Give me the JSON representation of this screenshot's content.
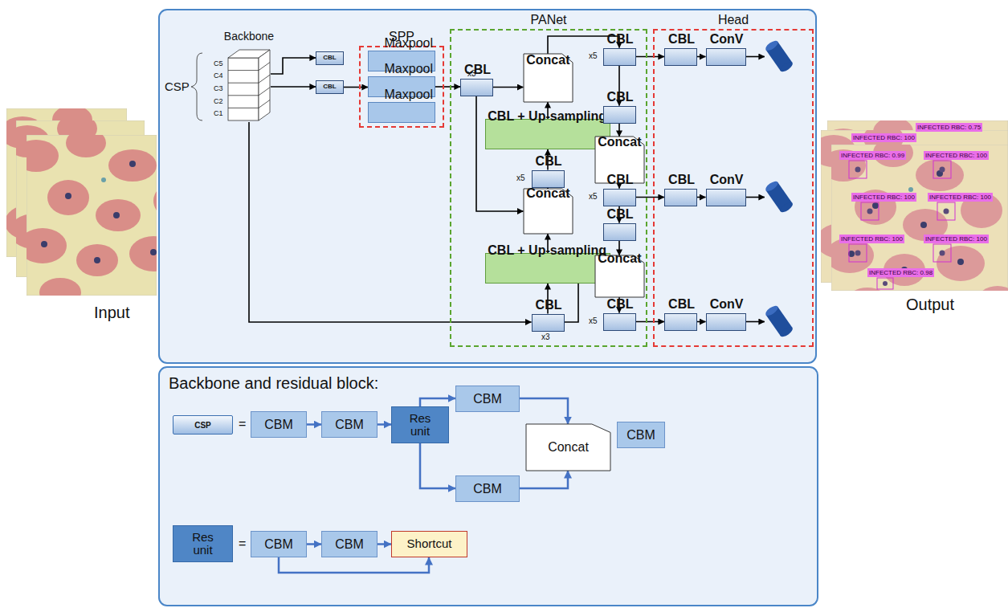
{
  "diagram": {
    "nodes": [
      {
        "text": [
          "Backbone"
        ]
      },
      {
        "text": [
          "CBL"
        ]
      },
      {
        "text": [
          "CBL"
        ]
      },
      {
        "text": [
          "SPP"
        ]
      },
      {
        "text": [
          "Maxpool"
        ],
        "in": 3
      },
      {
        "text": [
          "Maxpool"
        ],
        "in": 3
      },
      {
        "text": [
          "Maxpool"
        ],
        "in": 3
      },
      {
        "text": [
          "PANet"
        ]
      },
      {
        "text": [
          "CBL"
        ],
        "in": 7
      },
      {
        "text": [
          "Concat"
        ],
        "in": 7
      },
      {
        "text": [
          "CBL + Up-sampling"
        ],
        "in": 7
      },
      {
        "text": [
          "CBL"
        ],
        "in": 7
      },
      {
        "text": [
          "Concat"
        ],
        "in": 7
      },
      {
        "text": [
          "CBL + Up-sampling"
        ],
        "in": 7
      },
      {
        "text": [
          "CBL"
        ],
        "in": 7
      },
      {
        "text": [
          "CBL"
        ],
        "in": 7
      },
      {
        "text": [
          "CBL"
        ],
        "in": 7
      },
      {
        "text": [
          "Concat"
        ],
        "in": 7
      },
      {
        "text": [
          "CBL"
        ],
        "in": 7
      },
      {
        "text": [
          "CBL"
        ],
        "in": 7
      },
      {
        "text": [
          "Concat"
        ],
        "in": 7
      },
      {
        "text": [
          "CBL"
        ],
        "in": 7
      },
      {
        "text": [
          "Head"
        ]
      },
      {
        "text": [
          "CBL"
        ],
        "in": 22
      },
      {
        "text": [
          "ConV"
        ],
        "in": 22
      },
      {
        "text": [
          "CBL"
        ],
        "in": 22
      },
      {
        "text": [
          "ConV"
        ],
        "in": 22
      },
      {
        "text": [
          "CBL"
        ],
        "in": 22
      },
      {
        "text": [
          "ConV"
        ],
        "in": 22
      },
      {
        "text": [
          "CSP"
        ]
      },
      {
        "text": [
          "CBM"
        ]
      },
      {
        "text": [
          "CBM"
        ]
      },
      {
        "text": [
          "Res unit"
        ]
      },
      {
        "text": [
          "CBM"
        ]
      },
      {
        "text": [
          "CBM"
        ]
      },
      {
        "text": [
          "Concat"
        ]
      },
      {
        "text": [
          "CBM"
        ]
      },
      {
        "text": [
          "Res unit"
        ]
      },
      {
        "text": [
          "CBM"
        ]
      },
      {
        "text": [
          "CBM"
        ]
      },
      {
        "text": [
          "Shortcut"
        ]
      }
    ],
    "edges": [
      {
        "from": 0,
        "to": 1,
        "arrow": "to"
      },
      {
        "from": 0,
        "to": 2,
        "arrow": "to"
      },
      {
        "from": 2,
        "to": 5,
        "arrow": "to"
      },
      {
        "from": 5,
        "to": 8,
        "arrow": "to"
      },
      {
        "from": 8,
        "to": 9,
        "arrow": "to"
      },
      {
        "from": 8,
        "to": 12,
        "arrow": "to"
      },
      {
        "from": 14,
        "to": 13,
        "arrow": "to"
      },
      {
        "from": 13,
        "to": 12,
        "arrow": "to"
      },
      {
        "from": 12,
        "to": 11,
        "arrow": "to"
      },
      {
        "from": 11,
        "to": 10,
        "arrow": "to"
      },
      {
        "from": 10,
        "to": 9,
        "arrow": "to"
      },
      {
        "from": 9,
        "to": 15,
        "arrow": "to"
      },
      {
        "from": 15,
        "to": 23,
        "arrow": "to"
      },
      {
        "from": 23,
        "to": 24,
        "arrow": "to"
      },
      {
        "from": 15,
        "to": 16,
        "arrow": "to"
      },
      {
        "from": 16,
        "to": 17,
        "arrow": "to"
      },
      {
        "from": 17,
        "to": 18,
        "arrow": "to"
      },
      {
        "from": 18,
        "to": 25,
        "arrow": "to"
      },
      {
        "from": 25,
        "to": 26,
        "arrow": "to"
      },
      {
        "from": 18,
        "to": 19,
        "arrow": "to"
      },
      {
        "from": 19,
        "to": 20,
        "arrow": "to"
      },
      {
        "from": 20,
        "to": 21,
        "arrow": "to"
      },
      {
        "from": 21,
        "to": 27,
        "arrow": "to"
      },
      {
        "from": 27,
        "to": 28,
        "arrow": "to"
      },
      {
        "from": 0,
        "to": 14,
        "arrow": "to"
      },
      {
        "from": 14,
        "to": 20,
        "arrow": "to"
      },
      {
        "from": 30,
        "to": 31,
        "arrow": "to"
      },
      {
        "from": 31,
        "to": 32,
        "arrow": "to"
      },
      {
        "from": 32,
        "to": 33,
        "arrow": "to"
      },
      {
        "from": 32,
        "to": 34,
        "arrow": "to"
      },
      {
        "from": 33,
        "to": 35,
        "arrow": "to"
      },
      {
        "from": 34,
        "to": 35,
        "arrow": "to"
      },
      {
        "from": 38,
        "to": 39,
        "arrow": "to"
      },
      {
        "from": 39,
        "to": 40,
        "arrow": "to"
      },
      {
        "from": 38,
        "to": 40,
        "arrow": "to"
      }
    ],
    "labels": [
      "CSP",
      "C5",
      "C4",
      "C3",
      "C2",
      "C1",
      "x3",
      "x5",
      "x5",
      "x5",
      "x5",
      "x3",
      "Input",
      "Output",
      "INFECTED RBC: 0.75",
      "INFECTED RBC: 100",
      "INFECTED RBC: 0.99",
      "INFECTED RBC: 100",
      "INFECTED RBC: 100",
      "INFECTED RBC: 100",
      "INFECTED RBC: 100",
      "INFECTED RBC: 100",
      "INFECTED RBC: 0.98",
      "Backbone and residual block:",
      "=",
      "="
    ]
  }
}
